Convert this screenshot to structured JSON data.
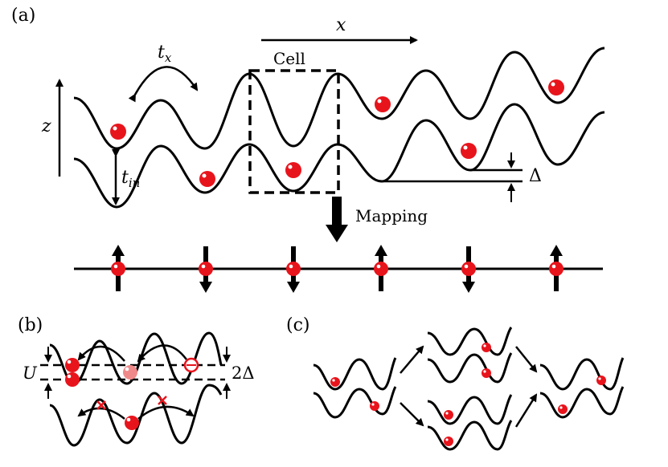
{
  "panel_labels": {
    "a": "(a)",
    "b": "(b)",
    "c": "(c)"
  },
  "panel_a": {
    "x_axis": "x",
    "z_axis": "z",
    "tx_base": "t",
    "tx_sub": "x",
    "tin_base": "t",
    "tin_sub": "in",
    "cell": "Cell",
    "delta": "Δ",
    "mapping": "Mapping",
    "spins": [
      "up",
      "down",
      "down",
      "up",
      "down",
      "up"
    ]
  },
  "panel_b": {
    "U": "U",
    "two_delta": "2Δ"
  },
  "colors": {
    "particle": "#e8141c",
    "line": "#000000",
    "faded_particle": "#f08a8a"
  }
}
